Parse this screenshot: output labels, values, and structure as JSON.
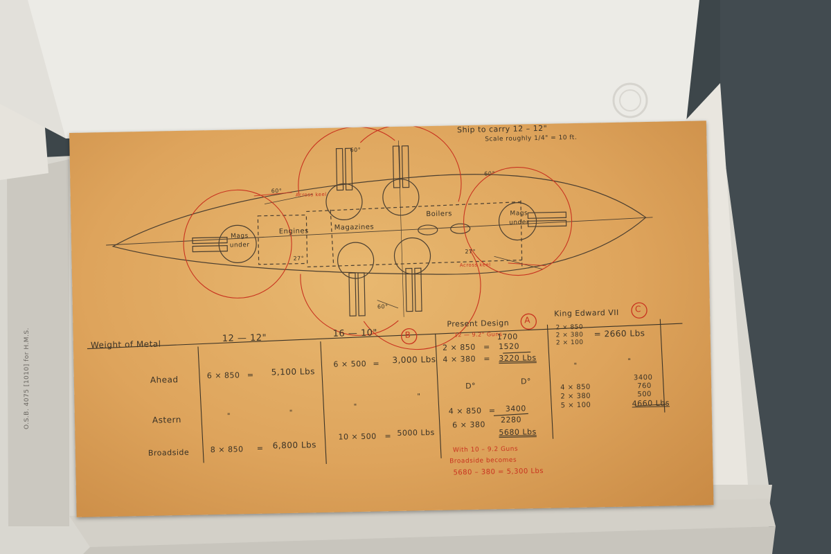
{
  "drawing": {
    "title": "Ship to carry 12 – 12\"",
    "scale": "Scale roughly 1/4\" = 10 ft.",
    "plan_labels": {
      "mags_under_fwd": "Mags under",
      "mags_under_aft": "Mags under",
      "engines": "Engines",
      "magazines": "Magazines",
      "boilers": "Boilers",
      "angle_60_a": "60°",
      "angle_60_b": "60°",
      "angle_60_c": "60°",
      "angle_60_d": "60°",
      "angle_27_a": "27°",
      "angle_27_b": "27°",
      "across_keel_a": "Across keel",
      "across_keel_b": "Across keel"
    },
    "table": {
      "headers": {
        "row_header": "Weight of Metal",
        "col1": "12 — 12\"",
        "col2": "16 — 10\"",
        "col2_marker": "B",
        "col3": "Present Design",
        "col3_marker": "A",
        "col3_sub": "12 — 9.2\" Guns",
        "col4": "King Edward VII",
        "col4_marker": "C"
      },
      "rows": {
        "ahead": {
          "label": "Ahead",
          "col1_a": "6 × 850",
          "col1_eq": "=",
          "col1_b": "5,100 Lbs",
          "col2_a": "6 × 500",
          "col2_eq": "=",
          "col2_b": "3,000 Lbs",
          "col3_line0": "1700",
          "col3_line1_a": "2 × 850",
          "col3_line1_eq": "=",
          "col3_line1_b": "1520",
          "col3_line2_a": "4 × 380",
          "col3_line2_eq": "=",
          "col3_line2_b": "3220 Lbs",
          "col4_a": "2 × 850",
          "col4_b": "2 × 380",
          "col4_c": "2 × 100",
          "col4_total": "= 2660 Lbs"
        },
        "astern": {
          "label": "Astern",
          "col1_ditto_a": "\"",
          "col1_ditto_b": "\"",
          "col2_ditto_a": "\"",
          "col2_ditto_b": "\"",
          "col3_ditto_a": "D°",
          "col3_ditto_b": "D°",
          "col4_ditto_a": "\"",
          "col4_ditto_b": "\"",
          "col4_a": "4 × 850",
          "col4_a_val": "3400",
          "col4_b": "2 × 380",
          "col4_b_val": "760",
          "col4_c": "5 × 100",
          "col4_c_val": "500",
          "col4_total": "4660 Lbs"
        },
        "broadside": {
          "label": "Broadside",
          "col1_a": "8 × 850",
          "col1_eq": "=",
          "col1_b": "6,800 Lbs",
          "col2_a": "10 × 500",
          "col2_eq": "=",
          "col2_b": "5000 Lbs",
          "col3_a": "4 × 850",
          "col3_eq": "=",
          "col3_a_val": "3400",
          "col3_b": "6 × 380",
          "col3_b_val": "2280",
          "col3_total": "5680 Lbs"
        }
      },
      "note": {
        "line1": "With 10 – 9.2 Guns",
        "line2": "Broadside becomes",
        "line3": "5680 – 380 = 5,300 Lbs"
      }
    }
  },
  "spine_text": "O.S.B. 4075 [1010] for H.M.S.",
  "colors": {
    "paper": "#dea45c",
    "ink": "#3a3226",
    "red_ink": "#c8321f",
    "page_white": "#ece9e1"
  }
}
